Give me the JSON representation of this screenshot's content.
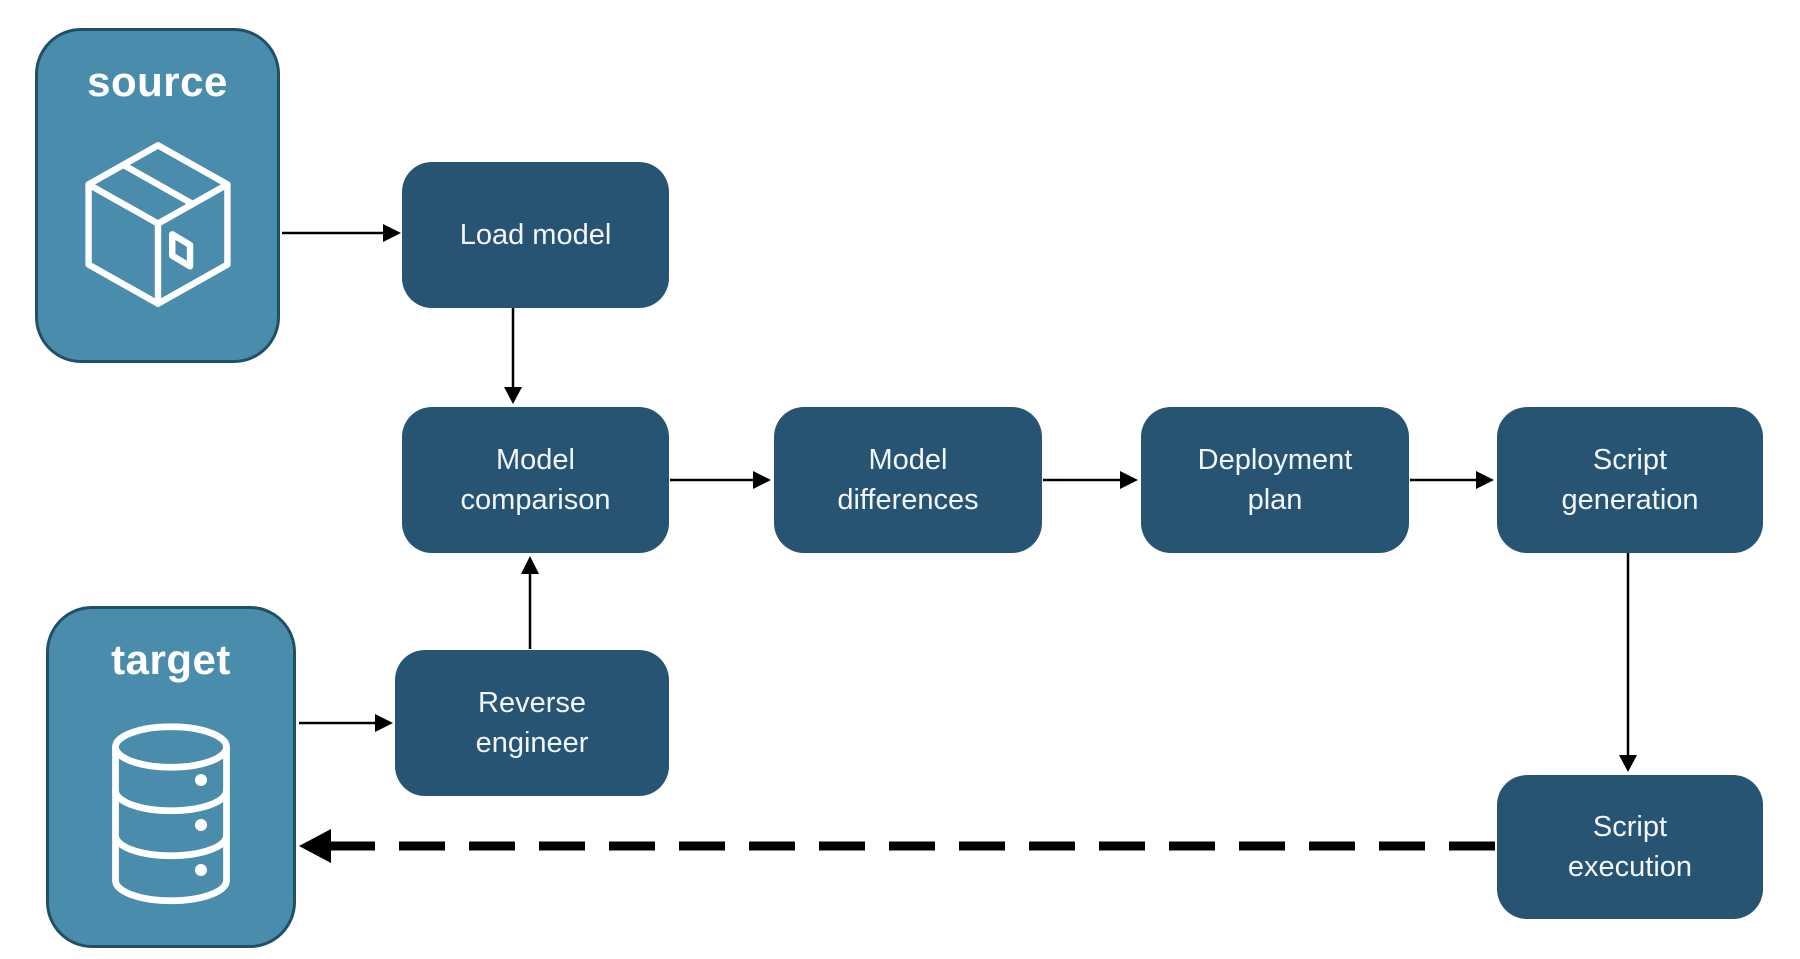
{
  "diagram": {
    "background": "#ffffff",
    "entities": {
      "source": {
        "label": "source",
        "icon": "package-icon"
      },
      "target": {
        "label": "target",
        "icon": "database-icon"
      }
    },
    "nodes": {
      "load_model": {
        "label": "Load model"
      },
      "model_comparison": {
        "label": "Model comparison"
      },
      "model_differences": {
        "label": "Model differences"
      },
      "deployment_plan": {
        "label": "Deployment plan"
      },
      "script_generation": {
        "label": "Script generation"
      },
      "reverse_engineer": {
        "label": "Reverse engineer"
      },
      "script_execution": {
        "label": "Script execution"
      }
    },
    "edges": [
      {
        "from": "source",
        "to": "load-model",
        "style": "solid"
      },
      {
        "from": "load-model",
        "to": "model-comparison",
        "style": "solid"
      },
      {
        "from": "model-comparison",
        "to": "model-differences",
        "style": "solid"
      },
      {
        "from": "model-differences",
        "to": "deployment-plan",
        "style": "solid"
      },
      {
        "from": "deployment-plan",
        "to": "script-generation",
        "style": "solid"
      },
      {
        "from": "script-generation",
        "to": "script-execution",
        "style": "solid"
      },
      {
        "from": "target",
        "to": "reverse-engineer",
        "style": "solid"
      },
      {
        "from": "reverse-engineer",
        "to": "model-comparison",
        "style": "solid"
      },
      {
        "from": "script-execution",
        "to": "target",
        "style": "dashed"
      }
    ],
    "colors": {
      "entity_fill": "#4a8cab",
      "entity_border": "#214f66",
      "node_fill": "#275472",
      "node_text": "#f2f6f9",
      "entity_text": "#ffffff",
      "arrow": "#000000"
    }
  }
}
